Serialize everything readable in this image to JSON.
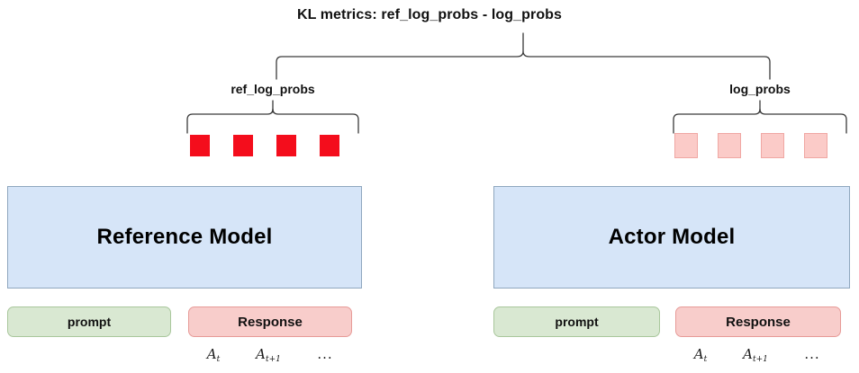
{
  "diagram": {
    "title": "KL metrics: ref_log_probs - log_probs",
    "branches": [
      {
        "id": "left",
        "label": "ref_log_probs"
      },
      {
        "id": "right",
        "label": "log_probs"
      }
    ],
    "colors": {
      "token_solid_fill": "#f40d1c",
      "token_faded_fill": "#fbcbc8",
      "token_faded_border": "#f0a7a3",
      "model_box_fill": "#d6e5f8",
      "model_box_border": "#8fa7bf",
      "prompt_fill": "#d9e8d2",
      "prompt_border": "#a9c79c",
      "response_fill": "#f8cdcb",
      "response_border": "#e79b98",
      "connector_stroke": "#3a3a3a",
      "text": "#111111"
    },
    "columns": [
      {
        "id": "reference",
        "model_label": "Reference Model",
        "prompt_label": "prompt",
        "response_label": "Response",
        "token_style": "solid",
        "token_count": 4,
        "math_tokens": [
          {
            "base": "A",
            "sub": "t"
          },
          {
            "base": "A",
            "sub": "t+1"
          },
          {
            "base": "...",
            "sub": ""
          }
        ]
      },
      {
        "id": "actor",
        "model_label": "Actor Model",
        "prompt_label": "prompt",
        "response_label": "Response",
        "token_style": "faded",
        "token_count": 4,
        "math_tokens": [
          {
            "base": "A",
            "sub": "t"
          },
          {
            "base": "A",
            "sub": "t+1"
          },
          {
            "base": "...",
            "sub": ""
          }
        ]
      }
    ]
  }
}
